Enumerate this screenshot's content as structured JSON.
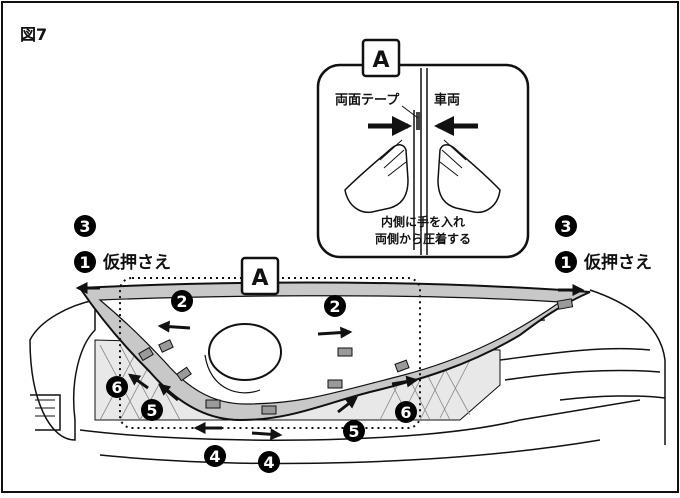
{
  "figure": {
    "label": "図7",
    "detail": {
      "marker": "A",
      "label_tape": "両面テープ",
      "label_vehicle": "車両",
      "caption_line1": "内側に手を入れ",
      "caption_line2": "両側から圧着する"
    },
    "main_marker": "A",
    "callouts": {
      "left_press": "仮押さえ",
      "right_press": "仮押さえ"
    },
    "step_numbers": {
      "n1": "1",
      "n2": "2",
      "n3": "3",
      "n4": "4",
      "n5": "5",
      "n6": "6"
    }
  },
  "colors": {
    "grille_fill": "#c8c8c8",
    "grille_shadow": "#a0a0a0",
    "line": "#111111",
    "badge": "#000000"
  },
  "icons": [
    "arrow-icon",
    "hand-icon",
    "number-badge-icon"
  ]
}
